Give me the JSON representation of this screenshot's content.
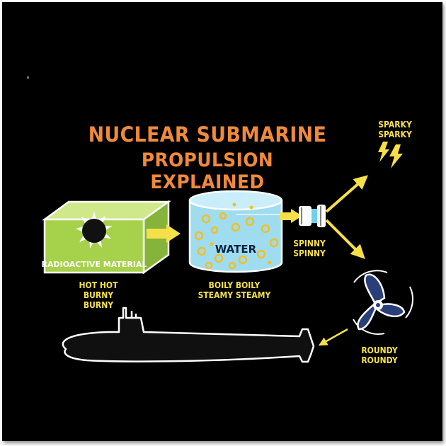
{
  "title": {
    "line1": "NUCLEAR SUBMARINE",
    "line2": "PROPULSION EXPLAINED"
  },
  "reactor": {
    "box_label": "RADIOACTIVE MATERIAL",
    "caption_line1": "HOT HOT",
    "caption_line2": "BURNY BURNY"
  },
  "boiler": {
    "tank_label": "WATER",
    "caption_line1": "BOILY BOILY",
    "caption_line2": "STEAMY STEAMY"
  },
  "turbine": {
    "caption_line1": "SPINNY",
    "caption_line2": "SPINNY"
  },
  "generator": {
    "caption_line1": "SPARKY",
    "caption_line2": "SPARKY"
  },
  "propeller": {
    "caption_line1": "ROUNDY",
    "caption_line2": "ROUNDY"
  },
  "colors": {
    "background": "#000000",
    "title": "#f08a3a",
    "labels": "#f6e04a",
    "reactor_green": "#a6d14a",
    "water_blue": "#9fdcf0",
    "propeller_blue": "#2a3f7a"
  },
  "icons": [
    "radiation-burst-icon",
    "lightning-bolt-icon",
    "propeller-icon",
    "submarine-silhouette"
  ]
}
